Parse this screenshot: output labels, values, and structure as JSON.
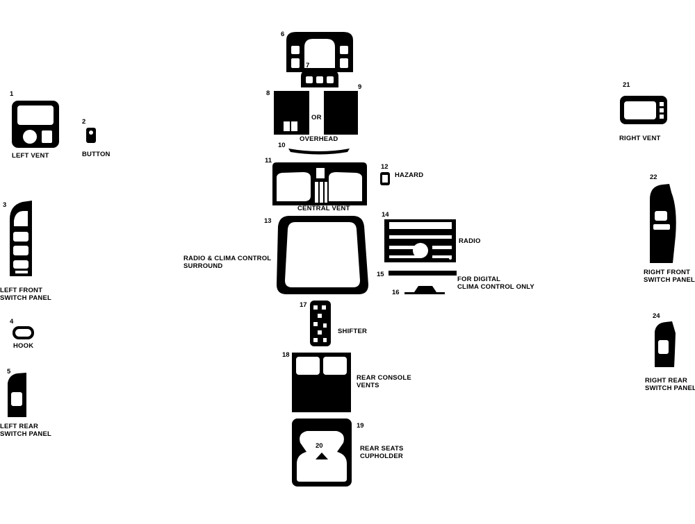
{
  "parts": [
    {
      "number": "1",
      "label": "LEFT VENT"
    },
    {
      "number": "2",
      "label": "BUTTON"
    },
    {
      "number": "3",
      "label": "LEFT FRONT\nSWITCH PANEL"
    },
    {
      "number": "4",
      "label": "HOOK"
    },
    {
      "number": "5",
      "label": "LEFT REAR\nSWITCH PANEL"
    },
    {
      "number": "6",
      "label": ""
    },
    {
      "number": "7",
      "label": ""
    },
    {
      "number": "8",
      "label": ""
    },
    {
      "number": "9",
      "label": ""
    },
    {
      "number": "10",
      "label": ""
    },
    {
      "number": "11",
      "label": "CENTRAL VENT"
    },
    {
      "number": "12",
      "label": "HAZARD"
    },
    {
      "number": "13",
      "label": "RADIO & CLIMA CONTROL\nSURROUND"
    },
    {
      "number": "14",
      "label": "RADIO"
    },
    {
      "number": "15",
      "label": ""
    },
    {
      "number": "16",
      "label": ""
    },
    {
      "number": "17",
      "label": "SHIFTER"
    },
    {
      "number": "18",
      "label": "REAR CONSOLE\nVENTS"
    },
    {
      "number": "19",
      "label": "REAR SEATS\nCUPHOLDER"
    },
    {
      "number": "20",
      "label": ""
    },
    {
      "number": "21",
      "label": "RIGHT VENT"
    },
    {
      "number": "22",
      "label": "RIGHT FRONT\nSWITCH PANEL"
    },
    {
      "number": "24",
      "label": "RIGHT REAR\nSWITCH PANEL"
    }
  ],
  "annotations": {
    "or": "OR",
    "overhead": "OVERHEAD",
    "digital_clima": "FOR DIGITAL\nCLIMA CONTROL ONLY"
  },
  "colors": {
    "piece": "#000000",
    "cutout": "#ffffff",
    "background": "#ffffff"
  }
}
